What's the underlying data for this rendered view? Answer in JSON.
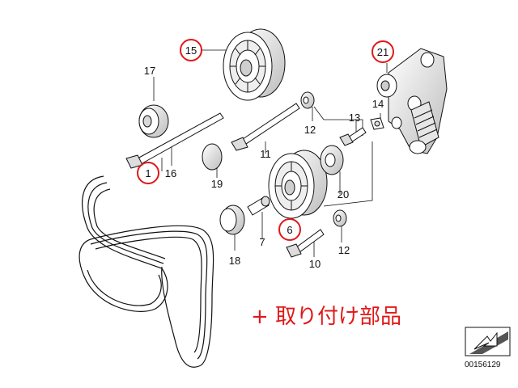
{
  "labels": {
    "p1": "1",
    "p6": "6",
    "p7": "7",
    "p10": "10",
    "p11": "11",
    "p12a": "12",
    "p12b": "12",
    "p13": "13",
    "p14": "14",
    "p15": "15",
    "p16": "16",
    "p17": "17",
    "p18": "18",
    "p19": "19",
    "p20": "20",
    "p21": "21"
  },
  "highlighted_parts": [
    "1",
    "6",
    "15",
    "21"
  ],
  "note": "+ 取り付け部品",
  "diagram_code": "00156129",
  "colors": {
    "highlight": "#e01818",
    "line": "#111111",
    "note": "#e01818"
  },
  "icons": [
    "corner-arrow-icon"
  ]
}
